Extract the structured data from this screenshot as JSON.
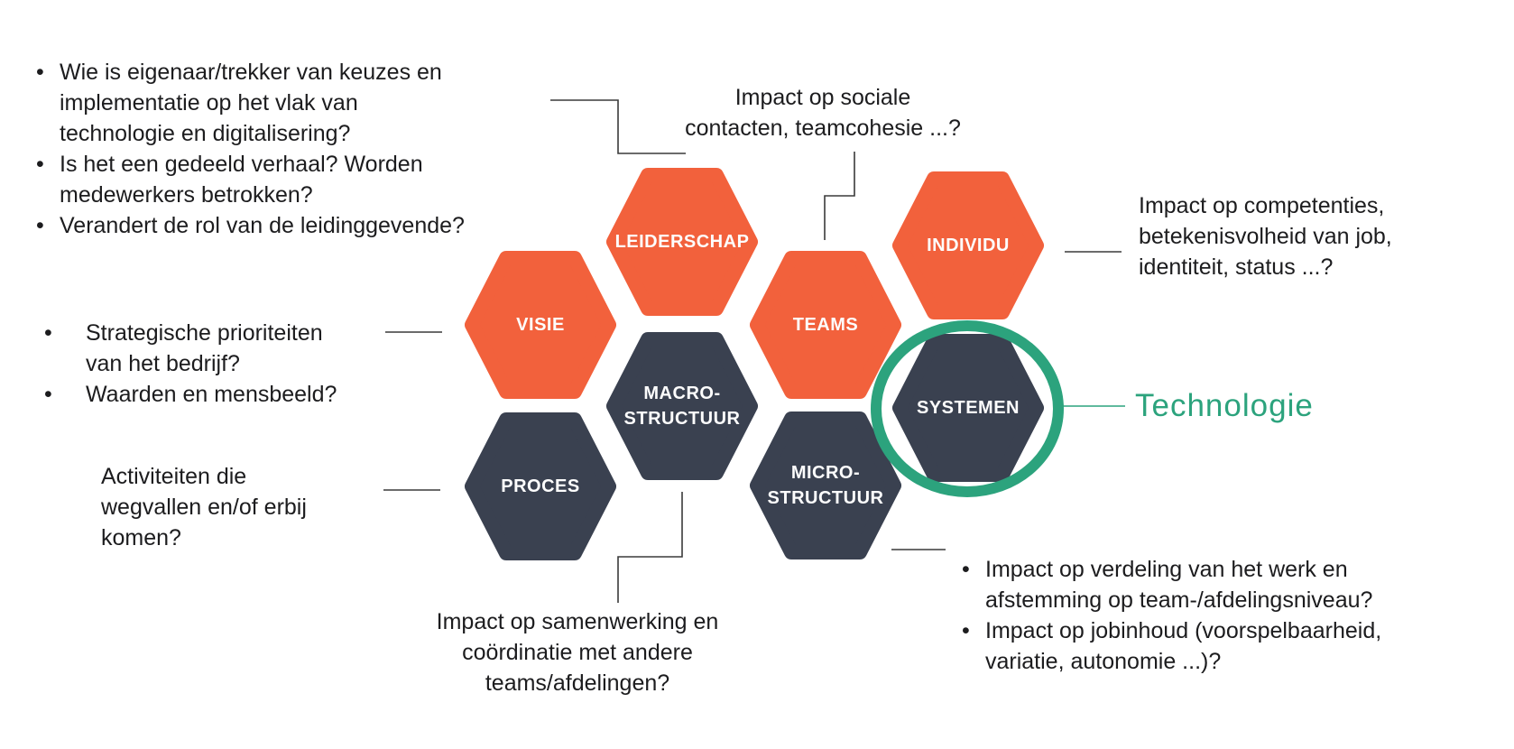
{
  "diagram": {
    "hexagons": [
      {
        "id": "visie",
        "label": "VISIE",
        "role": "orange"
      },
      {
        "id": "leiderschap",
        "label": "LEIDERSCHAP",
        "role": "orange"
      },
      {
        "id": "teams",
        "label": "TEAMS",
        "role": "orange"
      },
      {
        "id": "individu",
        "label": "INDIVIDU",
        "role": "orange"
      },
      {
        "id": "proces",
        "label": "PROCES",
        "role": "dark"
      },
      {
        "id": "macro-structuur",
        "label": "MACRO-\nSTRUCTUUR",
        "role": "dark"
      },
      {
        "id": "micro-structuur",
        "label": "MICRO-\nSTRUCTUUR",
        "role": "dark"
      },
      {
        "id": "systemen",
        "label": "SYSTEMEN",
        "role": "dark"
      }
    ],
    "highlight_label": "Technologie",
    "colors": {
      "orange": "#F2613C",
      "dark": "#3A4150",
      "green": "#2CA37D",
      "text": "#1C1C1E",
      "line": "#3A3A3A"
    }
  },
  "annotations": {
    "bullet_glyph": "•",
    "leiderschap_questions": {
      "items": [
        "Wie is eigenaar/trekker van keuzes en\nimplementatie op het vlak van\ntechnologie en digitalisering?",
        "Is het een gedeeld verhaal? Worden\nmedewerkers betrokken?",
        "Verandert de rol van de leidinggevende?"
      ]
    },
    "teams_note": "Impact op sociale\ncontacten, teamcohesie ...?",
    "individu_note": "Impact op competenties,\nbetekenisvolheid van job,\nidentiteit, status ...?",
    "visie_questions": {
      "items": [
        "Strategische prioriteiten\nvan het bedrijf?",
        "Waarden en mensbeeld?"
      ]
    },
    "proces_note": "Activiteiten die\nwegvallen en/of erbij\nkomen?",
    "macro_note": "Impact op samenwerking en\ncoördinatie met andere\nteams/afdelingen?",
    "micro_questions": {
      "items": [
        "Impact op verdeling van het werk en\nafstemming op team-/afdelingsniveau?",
        "Impact op jobinhoud (voorspelbaarheid,\nvariatie, autonomie ...)?"
      ]
    }
  }
}
